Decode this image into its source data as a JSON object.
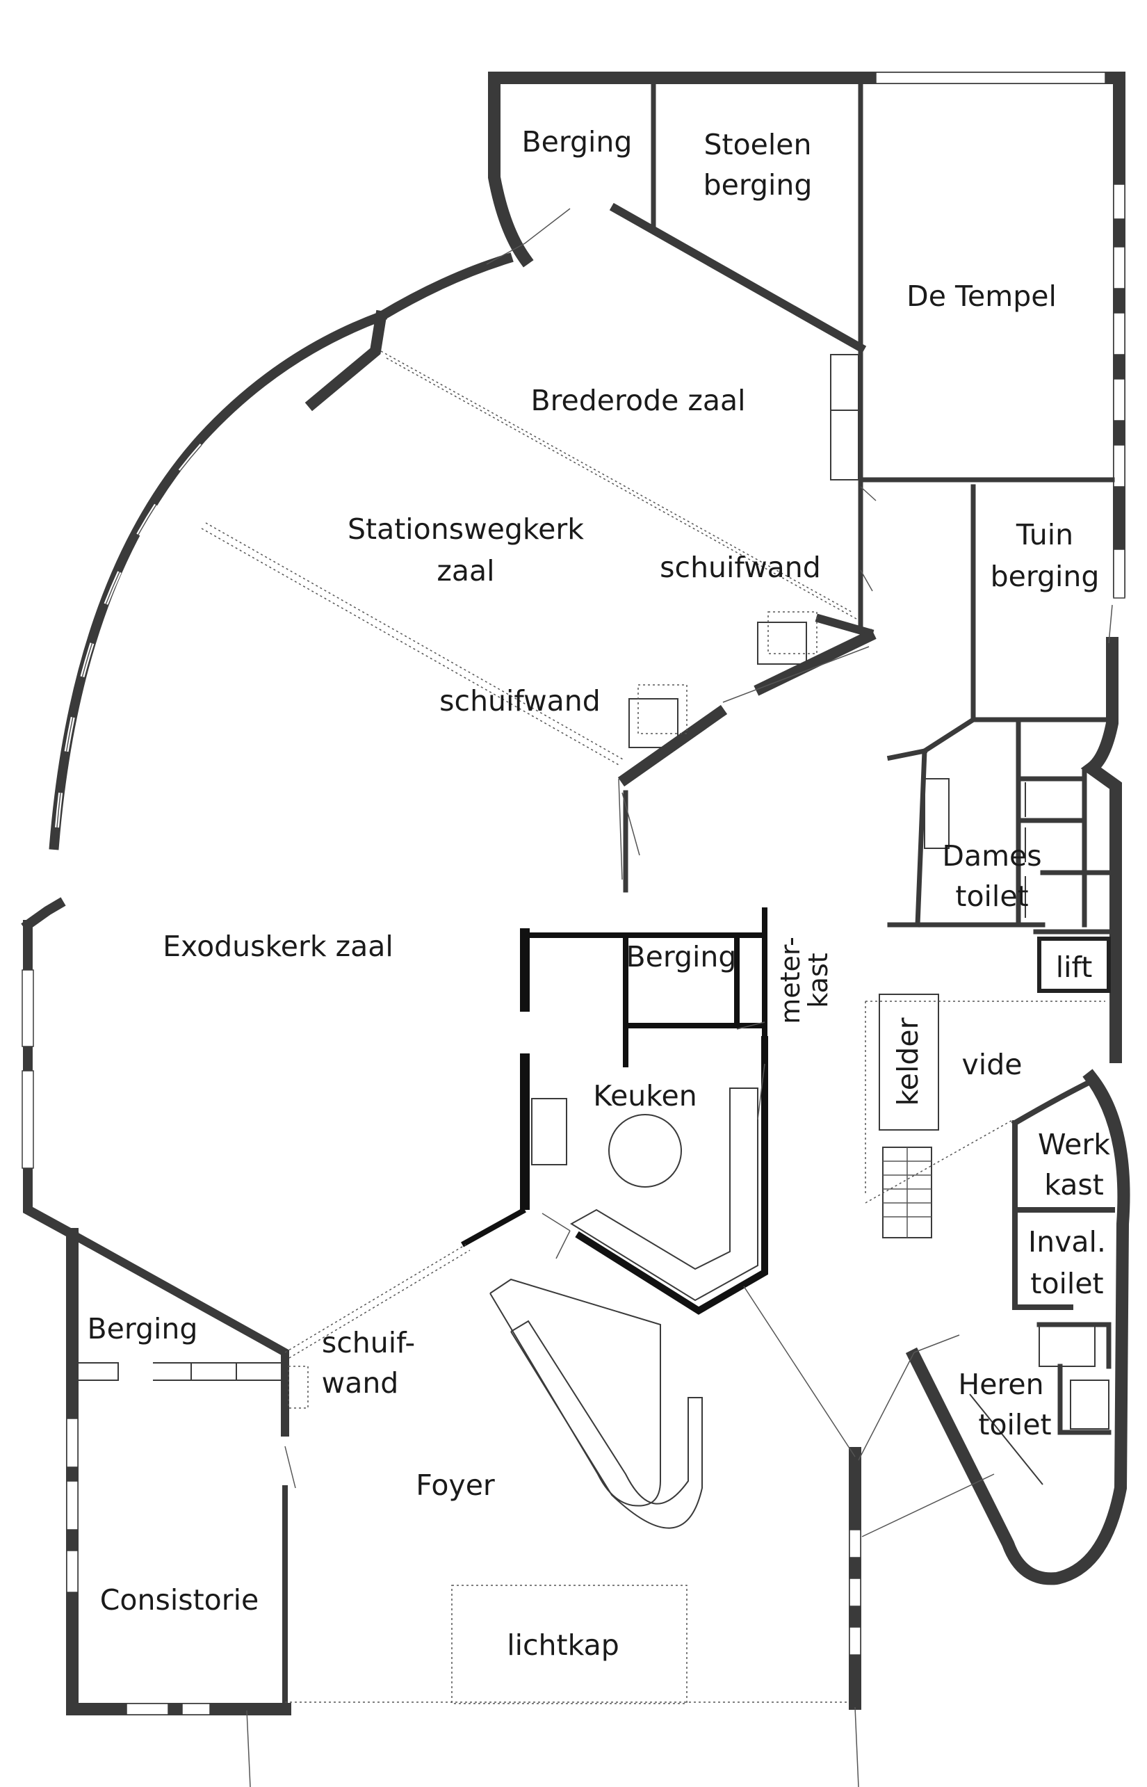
{
  "rooms": {
    "berging_top": "Berging",
    "stoelen_1": "Stoelen",
    "stoelen_2": "berging",
    "tempel": "De Tempel",
    "brederode": "Brederode zaal",
    "stationsweg_1": "Stationswegkerk",
    "stationsweg_2": "zaal",
    "schuifwand_1": "schuifwand",
    "schuifwand_2": "schuifwand",
    "tuin_1": "Tuin",
    "tuin_2": "berging",
    "dames_1": "Dames",
    "dames_2": "toilet",
    "exodus": "Exoduskerk zaal",
    "berging_mid": "Berging",
    "meter_1": "meter-",
    "meter_2": "kast",
    "lift": "lift",
    "kelder": "kelder",
    "vide": "vide",
    "keuken": "Keuken",
    "werk_1": "Werk",
    "werk_2": "kast",
    "inval_1": "Inval.",
    "inval_2": "toilet",
    "berging_left": "Berging",
    "schuif3_1": "schuif-",
    "schuif3_2": "wand",
    "heren_1": "Heren",
    "heren_2": "toilet",
    "foyer": "Foyer",
    "consistorie": "Consistorie",
    "lichtkap": "lichtkap"
  }
}
